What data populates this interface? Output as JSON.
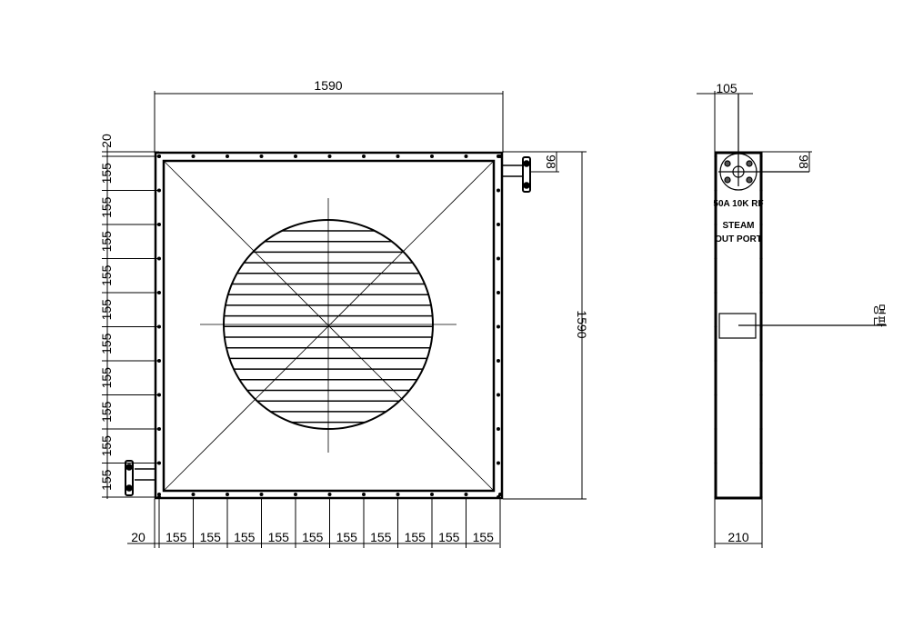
{
  "front_view": {
    "overall_width": "1590",
    "overall_height": "1590",
    "edge_offset": "20",
    "pitch": "155",
    "pitch_count": 10,
    "nozzle_offset": "98"
  },
  "side_view": {
    "nozzle_offset_width": "105",
    "nozzle_offset_height": "98",
    "depth": "210",
    "flange_spec": "50A 10K RF",
    "nozzle_label_line1": "STEAM",
    "nozzle_label_line2": "OUT PORT",
    "nameplate_label": "명판"
  },
  "colors": {
    "line": "#000000",
    "background": "#ffffff"
  }
}
